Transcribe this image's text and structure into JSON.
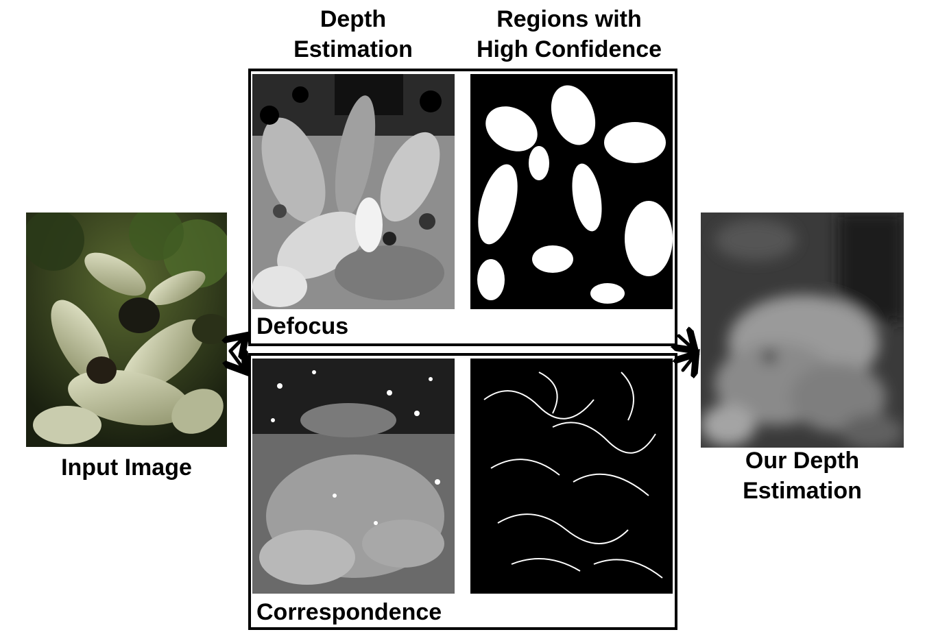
{
  "labels": {
    "depth_estimation": "Depth\nEstimation",
    "high_confidence": "Regions with\nHigh Confidence",
    "defocus": "Defocus",
    "correspondence": "Correspondence",
    "input_image": "Input Image",
    "our_depth": "Our Depth\nEstimation"
  },
  "colors": {
    "input_green": "#3c4a22",
    "input_leaf": "#d8dcc0",
    "depth_gray": "#8c8c8c",
    "defocus_gray": "#9a9a9a",
    "corr_gray": "#888888"
  }
}
